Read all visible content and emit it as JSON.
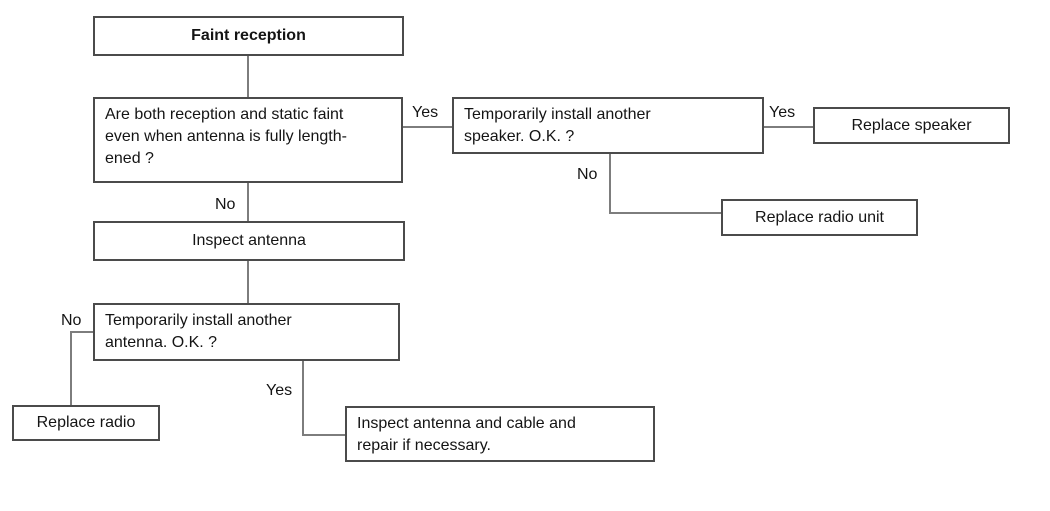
{
  "diagram": {
    "type": "flowchart",
    "title": "Faint reception",
    "colors": {
      "background": "#ffffff",
      "box_fill": "#ffffff",
      "box_border": "#4b4b4b",
      "line": "#7d7d7d",
      "text": "#141414"
    },
    "nodes": {
      "faint_reception": {
        "lines": [
          "Faint reception"
        ]
      },
      "question_reception_static": {
        "lines": [
          "Are both reception and static faint",
          "even when antenna is fully length-",
          "ened ?"
        ]
      },
      "question_speaker": {
        "lines": [
          "Temporarily install another",
          "speaker. O.K. ?"
        ]
      },
      "replace_speaker": {
        "lines": [
          "Replace speaker"
        ]
      },
      "replace_radio_unit": {
        "lines": [
          "Replace radio unit"
        ]
      },
      "inspect_antenna": {
        "lines": [
          "Inspect antenna"
        ]
      },
      "question_antenna": {
        "lines": [
          "Temporarily install another",
          "antenna. O.K. ?"
        ]
      },
      "replace_radio": {
        "lines": [
          "Replace radio"
        ]
      },
      "inspect_antenna_cable": {
        "lines": [
          "Inspect antenna and cable and",
          "repair if necessary."
        ]
      }
    },
    "edges": [
      {
        "from": "faint_reception",
        "to": "question_reception_static",
        "label": ""
      },
      {
        "from": "question_reception_static",
        "to": "question_speaker",
        "label": "Yes"
      },
      {
        "from": "question_reception_static",
        "to": "inspect_antenna",
        "label": "No"
      },
      {
        "from": "question_speaker",
        "to": "replace_speaker",
        "label": "Yes"
      },
      {
        "from": "question_speaker",
        "to": "replace_radio_unit",
        "label": "No"
      },
      {
        "from": "inspect_antenna",
        "to": "question_antenna",
        "label": ""
      },
      {
        "from": "question_antenna",
        "to": "replace_radio",
        "label": "No"
      },
      {
        "from": "question_antenna",
        "to": "inspect_antenna_cable",
        "label": "Yes"
      }
    ]
  }
}
